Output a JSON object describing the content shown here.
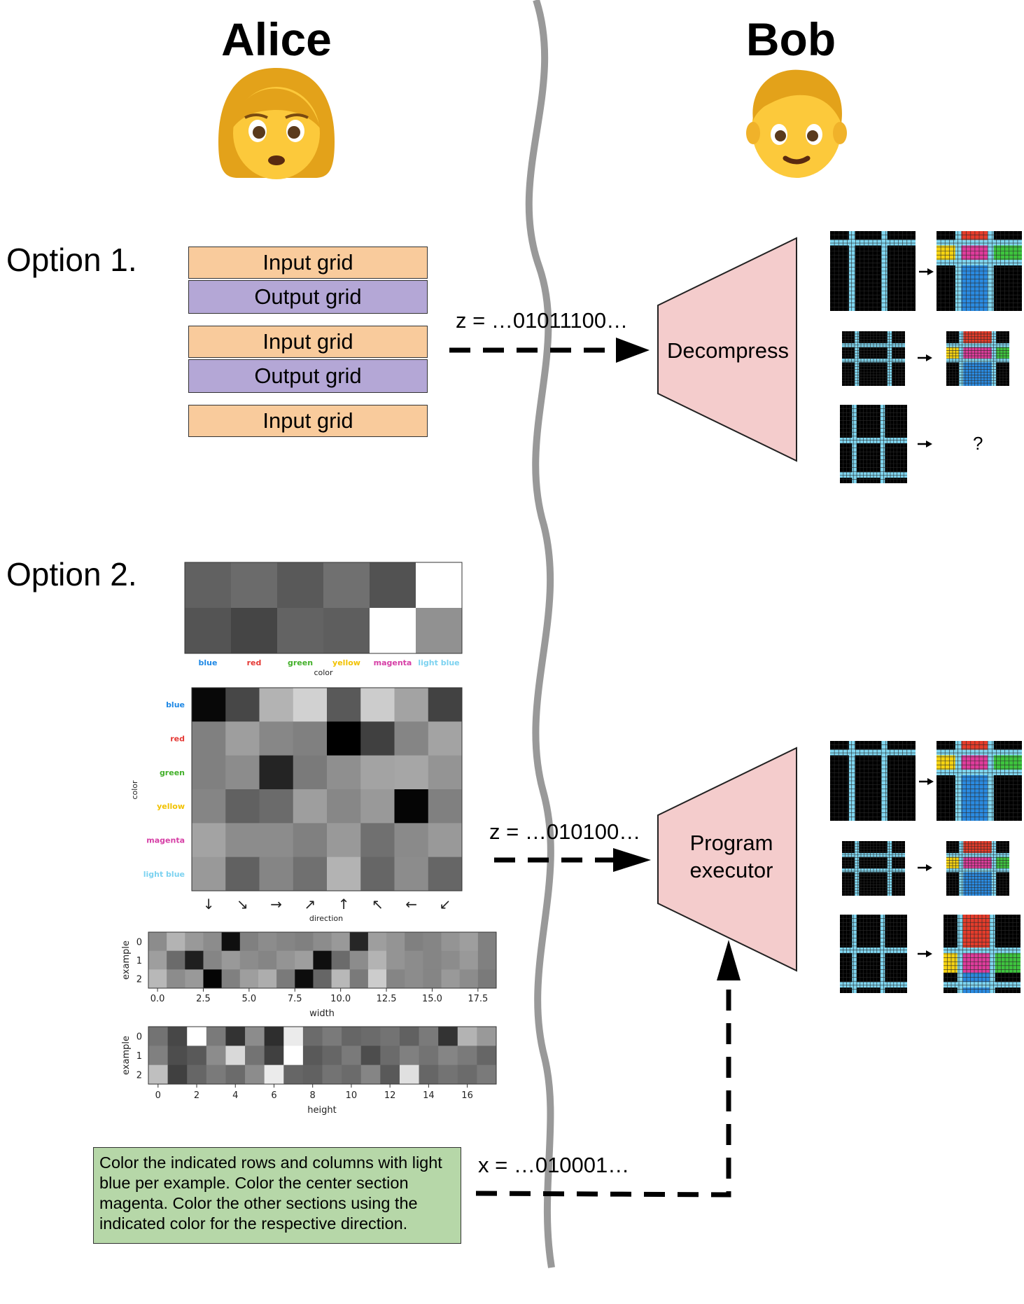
{
  "alice": {
    "name": "Alice"
  },
  "bob": {
    "name": "Bob"
  },
  "option1": {
    "label": "Option 1.",
    "boxes": [
      "Input grid",
      "Output grid",
      "Input grid",
      "Output grid",
      "Input grid"
    ],
    "code": "z = …01011100…",
    "decoder_label": "Decompress",
    "unknown_output": "?"
  },
  "option2": {
    "label": "Option 2.",
    "code_z": "z = …010100…",
    "code_x": "x = …010001…",
    "executor_label": "Program executor",
    "description": "Color the indicated rows and columns with light blue per example. Color the center section magenta. Color the other sections using the indicated color for the respective direction."
  },
  "chart_data": [
    {
      "type": "heatmap",
      "rows": 2,
      "x_categories": [
        "blue",
        "red",
        "green",
        "yellow",
        "magenta",
        "light blue"
      ],
      "xlabel": "color",
      "values": [
        [
          0.38,
          0.42,
          0.35,
          0.44,
          0.32,
          1.0
        ],
        [
          0.33,
          0.27,
          0.39,
          0.37,
          1.0,
          0.57
        ]
      ]
    },
    {
      "type": "heatmap",
      "x_categories": [
        "↓",
        "↘",
        "→",
        "↗",
        "↑",
        "↖",
        "←",
        "↙"
      ],
      "y_categories": [
        "blue",
        "red",
        "green",
        "yellow",
        "magenta",
        "light blue"
      ],
      "xlabel": "direction",
      "ylabel": "color",
      "values": [
        [
          0.03,
          0.28,
          0.7,
          0.82,
          0.35,
          0.8,
          0.64,
          0.26
        ],
        [
          0.5,
          0.62,
          0.53,
          0.5,
          0.0,
          0.25,
          0.52,
          0.64
        ],
        [
          0.5,
          0.55,
          0.14,
          0.48,
          0.56,
          0.64,
          0.65,
          0.58
        ],
        [
          0.52,
          0.38,
          0.42,
          0.62,
          0.53,
          0.6,
          0.02,
          0.5
        ],
        [
          0.64,
          0.55,
          0.55,
          0.5,
          0.6,
          0.44,
          0.54,
          0.6
        ],
        [
          0.6,
          0.38,
          0.52,
          0.44,
          0.7,
          0.4,
          0.55,
          0.4
        ]
      ]
    },
    {
      "type": "heatmap",
      "x_ticks": [
        "0.0",
        "2.5",
        "5.0",
        "7.5",
        "10.0",
        "12.5",
        "15.0",
        "17.5"
      ],
      "y_categories": [
        "0",
        "1",
        "2"
      ],
      "xlabel": "width",
      "ylabel": "example",
      "values": [
        [
          0.55,
          0.7,
          0.6,
          0.55,
          0.06,
          0.5,
          0.55,
          0.52,
          0.5,
          0.55,
          0.6,
          0.15,
          0.62,
          0.58,
          0.5,
          0.52,
          0.58,
          0.62,
          0.5
        ],
        [
          0.62,
          0.42,
          0.12,
          0.52,
          0.6,
          0.55,
          0.52,
          0.58,
          0.62,
          0.06,
          0.42,
          0.55,
          0.7,
          0.58,
          0.55,
          0.52,
          0.55,
          0.6,
          0.5
        ],
        [
          0.72,
          0.55,
          0.6,
          0.02,
          0.5,
          0.62,
          0.68,
          0.48,
          0.05,
          0.4,
          0.72,
          0.48,
          0.8,
          0.52,
          0.55,
          0.52,
          0.6,
          0.55,
          0.48
        ]
      ]
    },
    {
      "type": "heatmap",
      "x_ticks": [
        "0",
        "2",
        "4",
        "6",
        "8",
        "10",
        "12",
        "14",
        "16"
      ],
      "y_categories": [
        "0",
        "1",
        "2"
      ],
      "xlabel": "height",
      "ylabel": "example",
      "values": [
        [
          0.45,
          0.28,
          1.0,
          0.48,
          0.2,
          0.55,
          0.18,
          0.92,
          0.42,
          0.48,
          0.4,
          0.42,
          0.45,
          0.38,
          0.48,
          0.2,
          0.7,
          0.6
        ],
        [
          0.5,
          0.3,
          0.35,
          0.55,
          0.85,
          0.45,
          0.25,
          1.0,
          0.35,
          0.4,
          0.48,
          0.3,
          0.42,
          0.5,
          0.45,
          0.52,
          0.48,
          0.4
        ],
        [
          0.75,
          0.25,
          0.4,
          0.48,
          0.42,
          0.55,
          0.92,
          0.4,
          0.38,
          0.45,
          0.42,
          0.52,
          0.35,
          0.88,
          0.4,
          0.45,
          0.42,
          0.48
        ]
      ]
    }
  ],
  "colors": {
    "input_box": "#f9cb9c",
    "output_box": "#b4a7d6",
    "decoder": "#f4cccc",
    "note": "#b6d7a8",
    "divider": "#999999",
    "arc_black": "#000000",
    "arc_lightblue": "#7fd6f0",
    "arc_red": "#e53c2b",
    "arc_yellow": "#f5d312",
    "arc_magenta": "#e03c9c",
    "arc_green": "#3ec43e",
    "arc_blue": "#2a8ae0",
    "label_blue": "#1e88e5",
    "label_red": "#e53935",
    "label_green": "#43b02a",
    "label_yellow": "#f2c200",
    "label_magenta": "#d63fa6",
    "label_lightblue": "#7cd2f0"
  },
  "icons": [
    "woman-emoji",
    "man-emoji",
    "decoder-trapezoid",
    "dashed-arrow",
    "wavy-divider"
  ]
}
